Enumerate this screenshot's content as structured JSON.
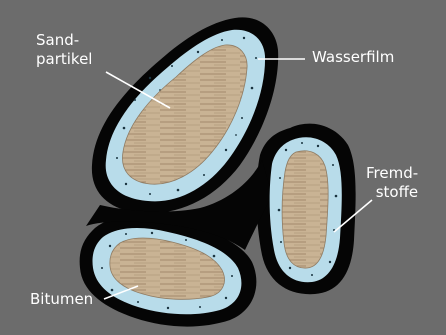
{
  "colors": {
    "background": "#6c6c6c",
    "bitumen": "#050505",
    "water_film": "#b8dcea",
    "sand": "#c9b394",
    "grain_stripes": "#a48a6c",
    "water_specks": "#1a3440",
    "labels": "#ffffff"
  },
  "labels": {
    "sand_line1": "Sand-",
    "sand_line2": "partikel",
    "water_film": "Wasserfilm",
    "fremd_line1": "Fremd-",
    "fremd_line2": "stoffe",
    "bitumen": "Bitumen"
  }
}
